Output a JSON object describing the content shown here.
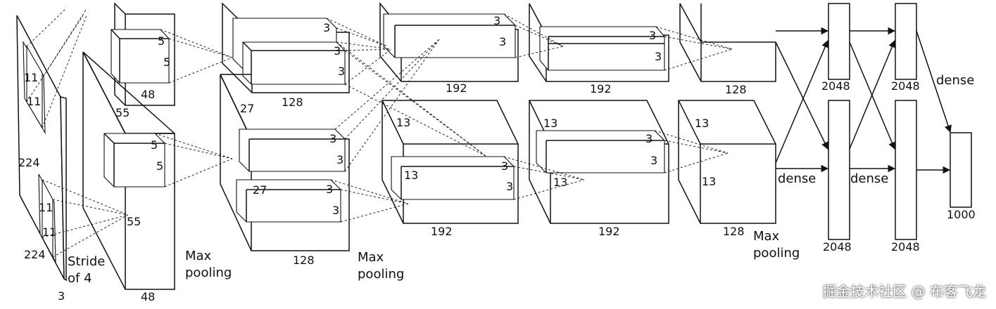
{
  "input": {
    "width": "224",
    "height": "224",
    "depth": "3",
    "kernel_a": "11",
    "kernel_b": "11",
    "kernel_c": "11",
    "kernel_d": "11",
    "stride_line1": "Stride",
    "stride_line2": "of 4"
  },
  "conv1": {
    "depth": "48",
    "size": "55",
    "size_bottom": "55",
    "kernel_top_a": "5",
    "kernel_top_b": "5",
    "kernel_bot_a": "5",
    "kernel_bot_b": "5"
  },
  "pool1": {
    "line1": "Max",
    "line2": "pooling"
  },
  "conv2": {
    "depth_top": "128",
    "depth_bottom": "128",
    "size": "27",
    "size_inner": "27",
    "k1": "3",
    "k2": "3",
    "k3": "3",
    "k4": "3",
    "k5": "3",
    "k6": "3",
    "k7": "3"
  },
  "pool2": {
    "line1": "Max",
    "line2": "pooling"
  },
  "conv3": {
    "depth_top": "192",
    "depth_bottom": "192",
    "size": "13",
    "size_inner": "13",
    "k1": "3",
    "k2": "3",
    "k3": "3",
    "k4": "3"
  },
  "conv4": {
    "depth_top": "192",
    "depth_bottom": "192",
    "size": "13",
    "size_inner": "13",
    "k1": "3",
    "k2": "3",
    "k3": "3",
    "k4": "3"
  },
  "conv5": {
    "depth_top": "128",
    "depth_bottom": "128",
    "size": "13",
    "size_inner": "13"
  },
  "pool3": {
    "line1": "Max",
    "line2": "pooling"
  },
  "fc6": {
    "top": "2048",
    "bottom": "2048",
    "label": "dense"
  },
  "fc7": {
    "top": "2048",
    "bottom": "2048",
    "label": "dense"
  },
  "fc8": {
    "size": "1000",
    "label": "dense"
  },
  "watermark": "掘金技术社区 @ 布客飞龙"
}
